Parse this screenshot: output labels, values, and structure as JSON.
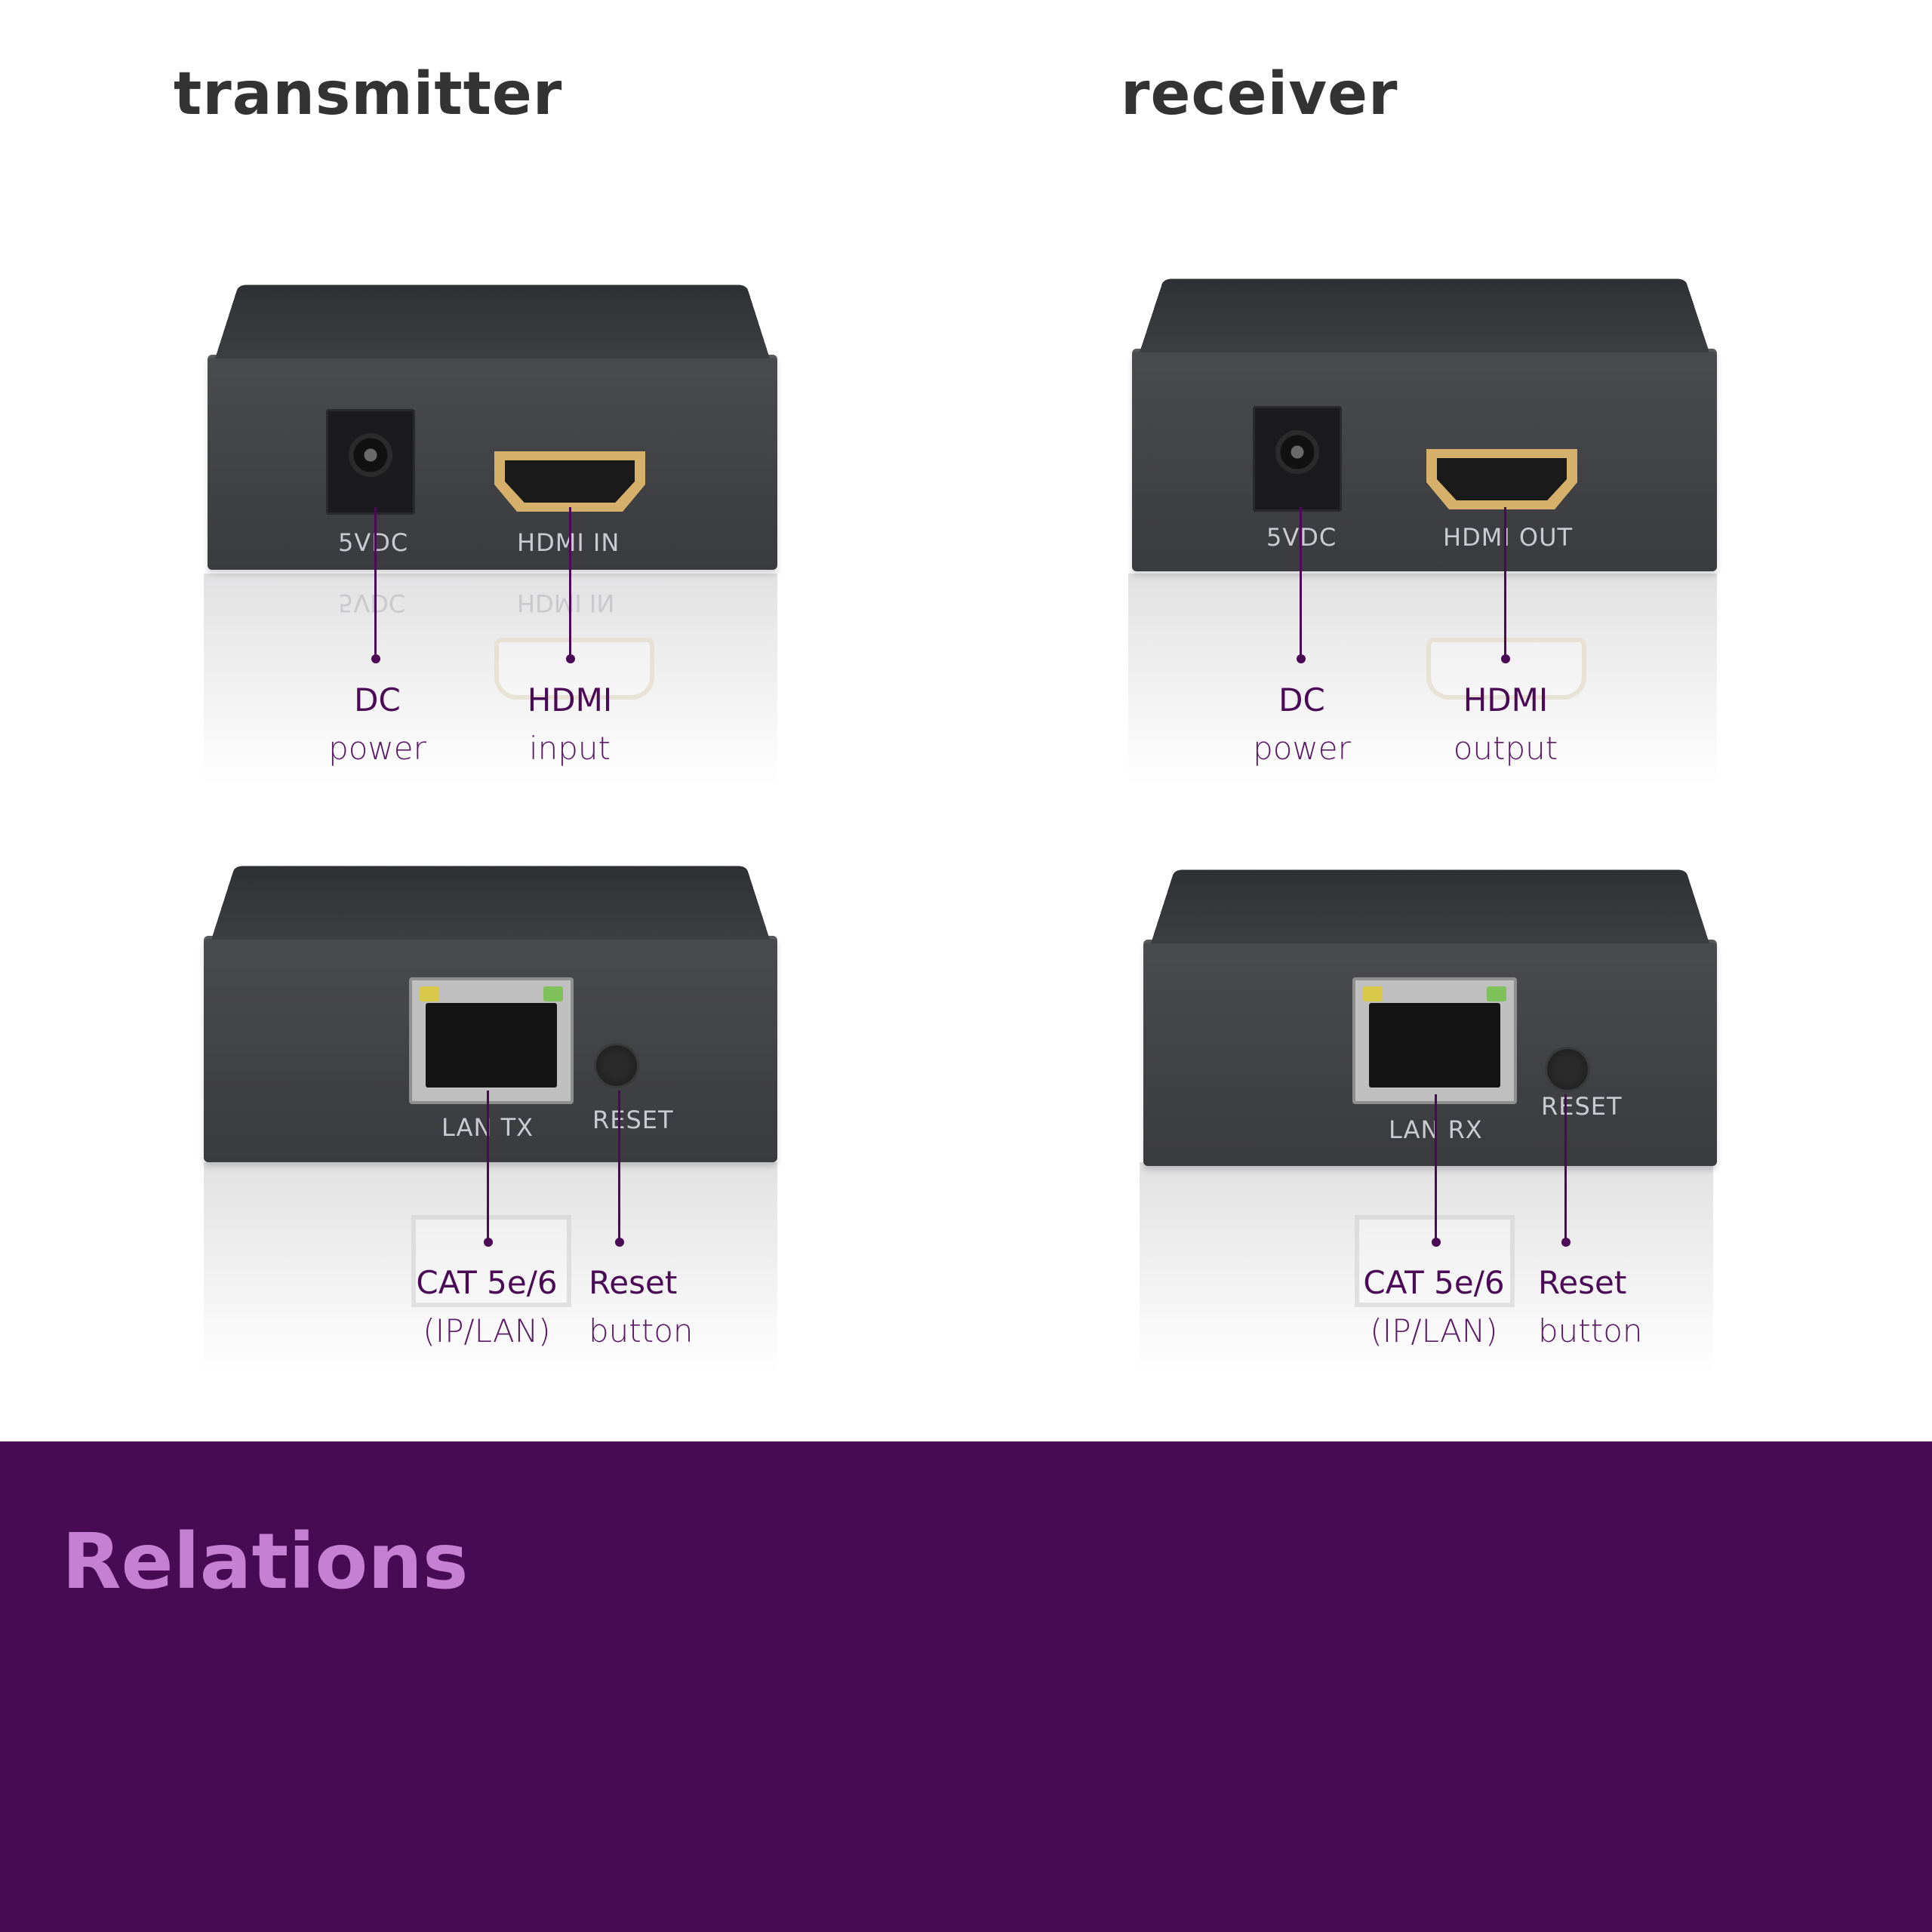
{
  "headings": {
    "transmitter": "transmitter",
    "receiver": "receiver"
  },
  "transmitter": {
    "front": {
      "port_labels": {
        "dc": "5VDC",
        "hdmi": "HDMI IN"
      },
      "callouts": {
        "dc": {
          "line1": "DC",
          "line2": "power"
        },
        "hdmi": {
          "line1": "HDMI",
          "line2": "input"
        }
      }
    },
    "back": {
      "port_labels": {
        "lan": "LAN TX",
        "reset": "RESET"
      },
      "callouts": {
        "lan": {
          "line1": "CAT 5e/6",
          "line2": "(IP/LAN)"
        },
        "reset": {
          "line1": "Reset",
          "line2": "button"
        }
      }
    }
  },
  "receiver": {
    "front": {
      "port_labels": {
        "dc": "5VDC",
        "hdmi": "HDMI OUT"
      },
      "callouts": {
        "dc": {
          "line1": "DC",
          "line2": "power"
        },
        "hdmi": {
          "line1": "HDMI",
          "line2": "output"
        }
      }
    },
    "back": {
      "port_labels": {
        "lan": "LAN RX",
        "reset": "RESET"
      },
      "callouts": {
        "lan": {
          "line1": "CAT 5e/6",
          "line2": "(IP/LAN)"
        },
        "reset": {
          "line1": "Reset",
          "line2": "button"
        }
      }
    }
  },
  "footer": {
    "title": "Relations"
  },
  "colors": {
    "accent": "#490a55",
    "footer_title": "#c57fd3",
    "callout": "#4a0a55",
    "heading": "#333333"
  }
}
